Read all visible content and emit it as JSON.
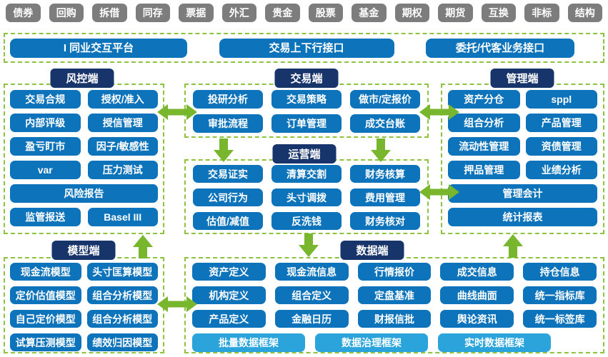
{
  "colors": {
    "product_gray": "#7d7d7d",
    "module_blue": "#0d73ba",
    "header_navy": "#17346b",
    "framework_blue": "#2ba4dc",
    "arrow_green": "#78b62e",
    "border_green": "#8cc440",
    "background": "#ffffff"
  },
  "product_bar": [
    "债券",
    "回购",
    "拆借",
    "同存",
    "票据",
    "外汇",
    "贵金",
    "股票",
    "基金",
    "期权",
    "期货",
    "互换",
    "非标",
    "结构"
  ],
  "interface_bar": [
    "I 同业交互平台",
    "交易上下行接口",
    "委托/代客业务接口"
  ],
  "groups": {
    "risk": {
      "title": "风控端",
      "items": [
        "交易合规",
        "授权/准入",
        "内部评级",
        "授信管理",
        "盈亏盯市",
        "因子/敏感性",
        "var",
        "压力测试",
        {
          "label": "风险报告",
          "span": 2
        },
        "监管报送",
        "Basel III"
      ]
    },
    "trade": {
      "title": "交易端",
      "items": [
        "投研分析",
        "交易策略",
        "做市/定报价",
        "审批流程",
        "订单管理",
        "成交台账"
      ]
    },
    "mgmt": {
      "title": "管理端",
      "items": [
        "资产分仓",
        "sppl",
        "组合分析",
        "产品管理",
        "流动性管理",
        "资债管理",
        "押品管理",
        "业绩分析",
        {
          "label": "管理会计",
          "span": 2
        },
        {
          "label": "统计报表",
          "span": 2
        }
      ]
    },
    "ops": {
      "title": "运营端",
      "items": [
        "交易证实",
        "清算交割",
        "财务核算",
        "公司行为",
        "头寸调拨",
        "费用管理",
        "估值/减值",
        "反洗钱",
        "财务核对"
      ]
    },
    "model": {
      "title": "模型端",
      "items": [
        "现金流模型",
        "头寸匡算模型",
        "定价估值模型",
        "组合分析模型",
        "自己定价模型",
        "组合分析模型",
        "试算压测模型",
        "绩效归因模型"
      ]
    },
    "data": {
      "title": "数据端",
      "items": [
        "资产定义",
        "现金流信息",
        "行情报价",
        "成交信息",
        "持仓信息",
        "机构定义",
        "组合定义",
        "定盘基准",
        "曲线曲面",
        "统一指标库",
        "产品定义",
        "金融日历",
        "财报信批",
        "舆论资讯",
        "统一标签库"
      ],
      "frameworks": [
        "批量数据框架",
        "数据治理框架",
        "实时数据框架"
      ]
    }
  }
}
